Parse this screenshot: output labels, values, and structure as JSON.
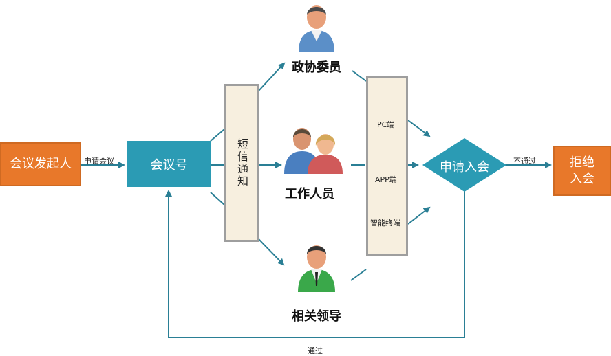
{
  "nodes": {
    "initiator": "会议发起人",
    "meeting_no": "会议号",
    "sms_notice": "短信通知",
    "apply_join": "申请入会",
    "reject_line1": "拒绝",
    "reject_line2": "入会"
  },
  "people": {
    "cppcc": "政协委员",
    "staff": "工作人员",
    "leader": "相关领导"
  },
  "terminals": {
    "pc": "PC端",
    "app": "APP端",
    "smart": "智能终端"
  },
  "edges": {
    "apply_meeting": "申请会议",
    "not_pass": "不通过",
    "pass": "通过"
  },
  "colors": {
    "orange": "#e8782a",
    "teal": "#2b9bb4",
    "arrow": "#2a7f95",
    "panel_fill": "#f7efdf",
    "panel_border": "#9e9e9e"
  }
}
